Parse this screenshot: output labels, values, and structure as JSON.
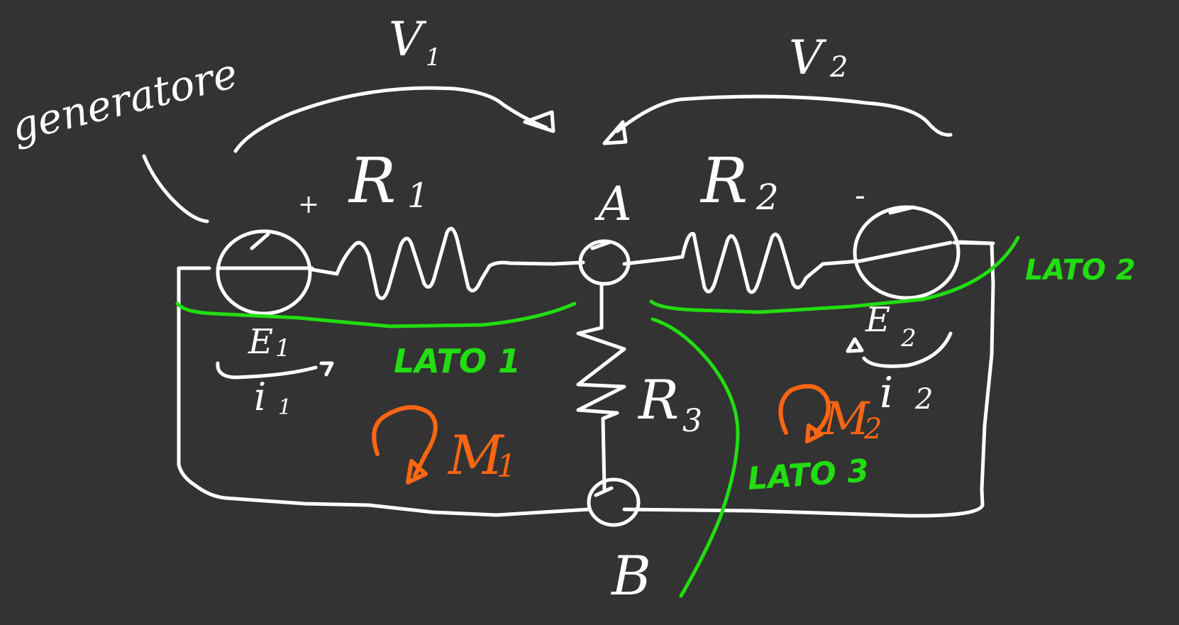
{
  "colors": {
    "background": "#333333",
    "ink": "#ffffff",
    "sides": "#22dd11",
    "meshes": "#ff6611"
  },
  "labels": {
    "generator_note": "generatore",
    "v1": "V",
    "v1_sub": "1",
    "v2": "V",
    "v2_sub": "2",
    "r1": "R",
    "r1_sub": "1",
    "r2": "R",
    "r2_sub": "2",
    "r3": "R",
    "r3_sub": "3",
    "node_a": "A",
    "node_b": "B",
    "e1": "E",
    "e1_sub": "1",
    "e2": "E",
    "e2_sub": "2",
    "plus_sign": "+",
    "minus_sign": "-",
    "i1": "i",
    "i1_sub": "1",
    "i2": "i",
    "i2_sub": "2",
    "lato1": "LATO 1",
    "lato2": "LATO 2",
    "lato3": "LATO 3",
    "m1": "M",
    "m1_sub": "1",
    "m2": "M",
    "m2_sub": "2"
  }
}
